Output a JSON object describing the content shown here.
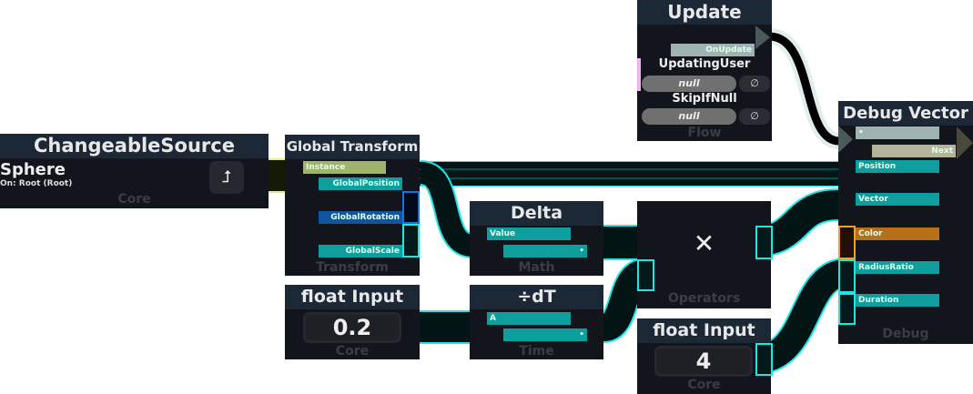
{
  "nodes": {
    "changeable_source": {
      "title": "ChangeableSource",
      "name": "Sphere",
      "sub": "On: Root (Root)",
      "category": "Core"
    },
    "global_transform": {
      "title": "Global Transform",
      "inputs": [
        "Instance"
      ],
      "outputs": [
        "GlobalPosition",
        "GlobalRotation",
        "GlobalScale"
      ],
      "category": "Transform"
    },
    "delta": {
      "title": "Delta",
      "input": "Value",
      "output": "•",
      "category": "Math"
    },
    "float_input_1": {
      "title": "float Input",
      "value": "0.2",
      "category": "Core"
    },
    "div_dt": {
      "title": "÷dT",
      "input": "A",
      "output": "•",
      "category": "Time"
    },
    "operators": {
      "symbol": "✕",
      "category": "Operators"
    },
    "float_input_2": {
      "title": "float Input",
      "value": "4",
      "category": "Core"
    },
    "update": {
      "title": "Update",
      "output": "OnUpdate",
      "updating_user": "UpdatingUser",
      "updating_user_value": "null",
      "skip_if_null": "SkipIfNull",
      "skip_value": "null",
      "clear": "∅",
      "category": "Flow"
    },
    "debug_vector": {
      "title": "Debug Vector",
      "impulse_in": "•",
      "next": "Next",
      "inputs": [
        "Position",
        "Vector",
        "Color",
        "RadiusRatio",
        "Duration"
      ],
      "category": "Debug"
    }
  },
  "colors": {
    "vector": "#0e9e9e",
    "quaternion": "#1155a0",
    "slot": "#a0b46e",
    "color": "#b87018",
    "impulse": "#9fb3b3",
    "wire": "#1ee6e6"
  }
}
